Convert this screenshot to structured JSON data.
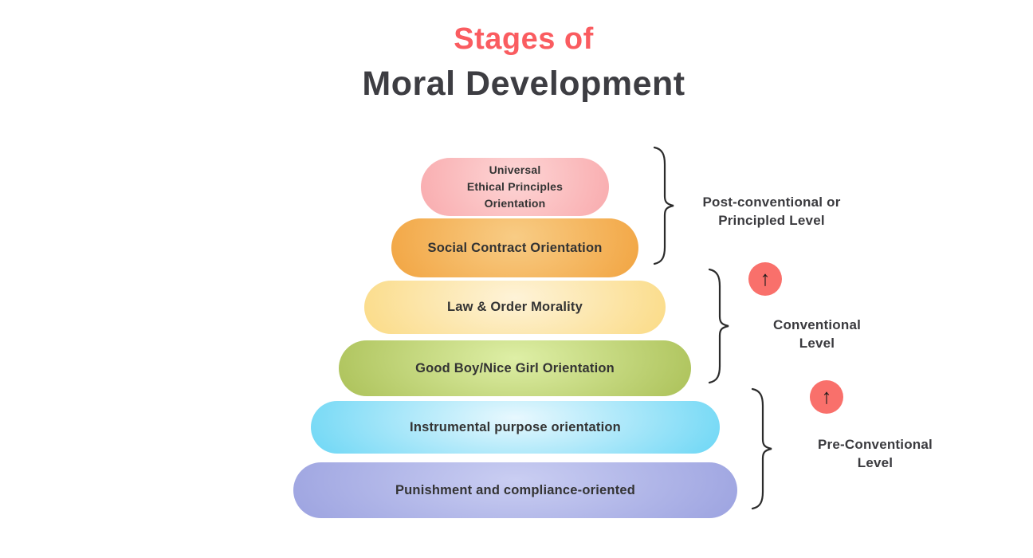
{
  "title": {
    "line1": "Stages of",
    "line2": "Moral Development",
    "accent_color": "#FA5C60",
    "dark_color": "#3D3D42"
  },
  "stages": [
    {
      "name": "universal-ethical-principles-orientation",
      "label": "Universal\nEthical Principles\nOrientation",
      "edge_color": "#F8A6A9",
      "center_color": "#FDD5D5"
    },
    {
      "name": "social-contract-orientation",
      "label": "Social Contract Orientation",
      "edge_color": "#F1A03A",
      "center_color": "#F8CC85"
    },
    {
      "name": "law-and-order-morality",
      "label": "Law & Order Morality",
      "edge_color": "#FAD87C",
      "center_color": "#FEF3D8"
    },
    {
      "name": "good-boy-nice-girl-orientation",
      "label": "Good Boy/Nice Girl Orientation",
      "edge_color": "#A6BC50",
      "center_color": "#DEEFA6"
    },
    {
      "name": "instrumental-purpose-orientation",
      "label": "Instrumental purpose orientation",
      "edge_color": "#5FD3F4",
      "center_color": "#E8F8FE"
    },
    {
      "name": "punishment-and-compliance-oriented",
      "label": "Punishment and compliance-oriented",
      "edge_color": "#979EDE",
      "center_color": "#CACEF2"
    }
  ],
  "levels": [
    {
      "label": "Post-conventional or\nPrincipled Level"
    },
    {
      "label": "Conventional\nLevel"
    },
    {
      "label": "Pre-Conventional\nLevel"
    }
  ],
  "arrows": {
    "glyph": "↑",
    "circle_color": "#F9706B",
    "arrow_color": "#1A1A1A"
  },
  "style_notes": {
    "stage_text_color": "#333333",
    "level_text_color": "#3A3A3E",
    "brace_stroke_color": "#2B2B2B",
    "background_color": "#FFFFFF"
  }
}
